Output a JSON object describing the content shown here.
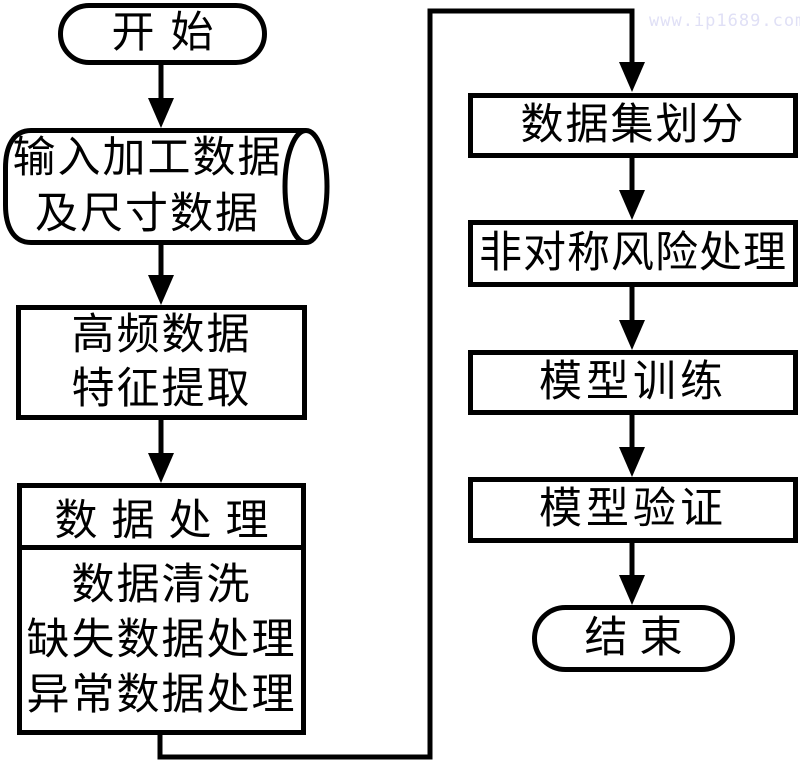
{
  "watermark": {
    "text": "www.ip1689.com",
    "color": "#e0e0f6"
  },
  "colors": {
    "stroke": "#000000",
    "background": "#ffffff",
    "text": "#000000"
  },
  "flowchart": {
    "nodes": {
      "start": {
        "type": "terminator",
        "label": "开始"
      },
      "input_data": {
        "type": "stored-data-cylinder",
        "lines": [
          "输入加工数据",
          "及尺寸数据"
        ]
      },
      "feature_extraction": {
        "type": "process",
        "lines": [
          "高频数据",
          "特征提取"
        ]
      },
      "data_processing": {
        "type": "process-group",
        "header": "数据处理",
        "items": [
          "数据清洗",
          "缺失数据处理",
          "异常数据处理"
        ]
      },
      "dataset_split": {
        "type": "process",
        "label": "数据集划分"
      },
      "asymmetric_risk": {
        "type": "process",
        "label": "非对称风险处理"
      },
      "model_training": {
        "type": "process",
        "label": "模型训练"
      },
      "model_validation": {
        "type": "process",
        "label": "模型验证"
      },
      "end": {
        "type": "terminator",
        "label": "结束"
      }
    },
    "edges": [
      {
        "from": "start",
        "to": "input_data"
      },
      {
        "from": "input_data",
        "to": "feature_extraction"
      },
      {
        "from": "feature_extraction",
        "to": "data_processing"
      },
      {
        "from": "data_processing",
        "to": "dataset_split"
      },
      {
        "from": "dataset_split",
        "to": "asymmetric_risk"
      },
      {
        "from": "asymmetric_risk",
        "to": "model_training"
      },
      {
        "from": "model_training",
        "to": "model_validation"
      },
      {
        "from": "model_validation",
        "to": "end"
      }
    ]
  }
}
